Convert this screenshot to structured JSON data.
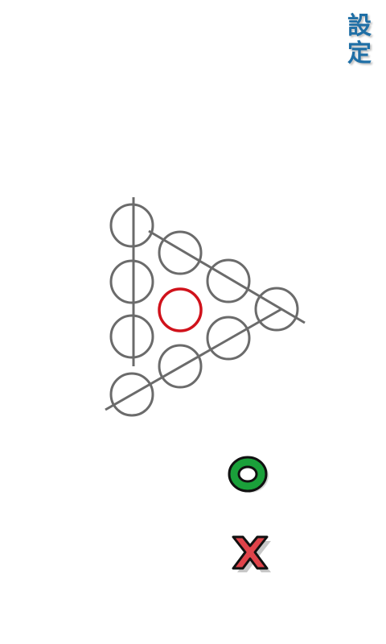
{
  "header": {
    "settings_chars": [
      "設",
      "定"
    ]
  },
  "board": {
    "outer_hole_count": 9,
    "center_hole_count": 1
  },
  "answers": {
    "correct_mark": "O",
    "wrong_mark": "X"
  },
  "colors": {
    "settings_text": "#1f6fa6",
    "hole_stroke": "#6b6b6b",
    "center_hole_stroke": "#d0121b",
    "correct": "#1aa03a",
    "wrong": "#e0434a",
    "outline": "#111111"
  },
  "icons": {
    "correct": "circle-o-icon",
    "wrong": "cross-x-icon"
  }
}
